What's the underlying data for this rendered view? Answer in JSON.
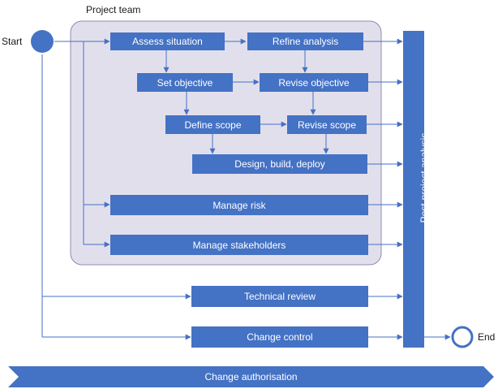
{
  "diagram": {
    "group_label": "Project team",
    "start_label": "Start",
    "end_label": "End",
    "boxes": {
      "assess": "Assess situation",
      "refine": "Refine analysis",
      "set_objective": "Set objective",
      "revise_objective": "Revise objective",
      "define_scope": "Define scope",
      "revise_scope": "Revise scope",
      "design": "Design, build, deploy",
      "risk": "Manage risk",
      "stakeholders": "Manage stakeholders",
      "technical": "Technical review",
      "change_control": "Change control"
    },
    "post_project": "Post-project analysis",
    "change_authorisation": "Change authorisation"
  },
  "colors": {
    "box_fill": "#4472c4",
    "arrow": "#4472c4",
    "group_fill": "#e2dfec",
    "group_stroke": "#8c8cb4"
  }
}
